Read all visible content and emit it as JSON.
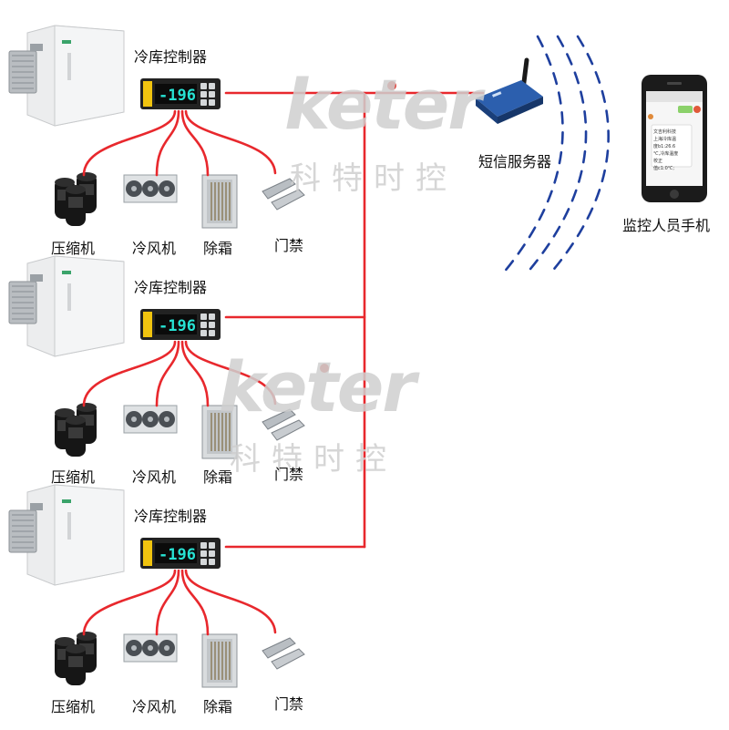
{
  "colors": {
    "line": "#e8282d",
    "wave": "#1e3f9e",
    "watermark": "#cfcfcf",
    "watermark_dot": "#e0413a"
  },
  "watermark": {
    "brand": "keter",
    "name": "科特时控"
  },
  "controller_display": "-196",
  "groups": [
    {
      "controller_label": "冷库控制器",
      "devices": [
        {
          "label": "压缩机",
          "icon": "compressor-icon"
        },
        {
          "label": "冷风机",
          "icon": "air-cooler-icon"
        },
        {
          "label": "除霜",
          "icon": "defrost-heater-icon"
        },
        {
          "label": "门禁",
          "icon": "door-sensor-icon"
        }
      ]
    },
    {
      "controller_label": "冷库控制器",
      "devices": [
        {
          "label": "压缩机",
          "icon": "compressor-icon"
        },
        {
          "label": "冷风机",
          "icon": "air-cooler-icon"
        },
        {
          "label": "除霜",
          "icon": "defrost-heater-icon"
        },
        {
          "label": "门禁",
          "icon": "door-sensor-icon"
        }
      ]
    },
    {
      "controller_label": "冷库控制器",
      "devices": [
        {
          "label": "压缩机",
          "icon": "compressor-icon"
        },
        {
          "label": "冷风机",
          "icon": "air-cooler-icon"
        },
        {
          "label": "除霜",
          "icon": "defrost-heater-icon"
        },
        {
          "label": "门禁",
          "icon": "door-sensor-icon"
        }
      ]
    }
  ],
  "sms_server": {
    "label": "短信服务器",
    "icon": "sms-modem-icon"
  },
  "phone": {
    "label": "监控人员手机",
    "icon": "smartphone-icon",
    "message_lines": [
      "文吉利科技",
      "上海冷库温",
      "度b1:26.6",
      "℃,冷库温度",
      "校正",
      "值c1:0℃;"
    ]
  }
}
